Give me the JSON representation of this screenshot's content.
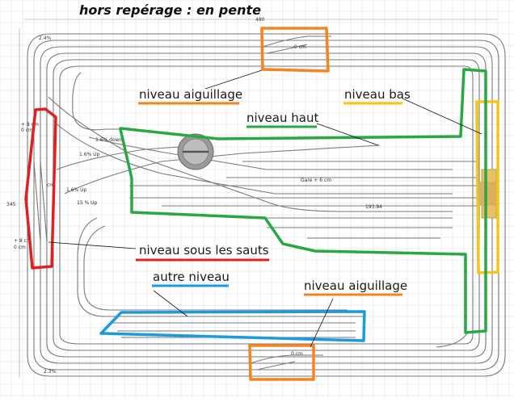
{
  "title": "hors repérage : en pente",
  "dimension_top": "480",
  "dimension_left": "345",
  "labels": {
    "niveau_aiguillage_top": "niveau aiguillage",
    "niveau_bas": "niveau bas",
    "niveau_haut": "niveau haut",
    "niveau_sous_sauts": "niveau sous les sauts",
    "autre_niveau": "autre niveau",
    "niveau_aiguillage_bottom": "niveau aiguillage"
  },
  "annotations": {
    "grade_top_left": "2.4%",
    "grade_bottom_left": "2.3%",
    "plus8_top": "+ 8 cm",
    "zero_top": "0 cm",
    "plus8_bottom": "+ 8 cm",
    "zero_bottom": "0 cm",
    "cm_mid": "cm",
    "down16": "1.6% down",
    "up16": "1.6% Up",
    "up16b": "1.6% Up",
    "up15": "15 % Up",
    "gare": "Gare + 6 cm",
    "measure": "193.94",
    "zero_cm_top": "0 cm",
    "zero_cm_bottom": "0 cm"
  },
  "colors": {
    "orange": "#f5841f",
    "yellow": "#f5c518",
    "green": "#27a845",
    "red": "#e02020",
    "blue": "#1c9ae0",
    "track": "#7a7a7a",
    "grid": "#d9d9d9"
  }
}
